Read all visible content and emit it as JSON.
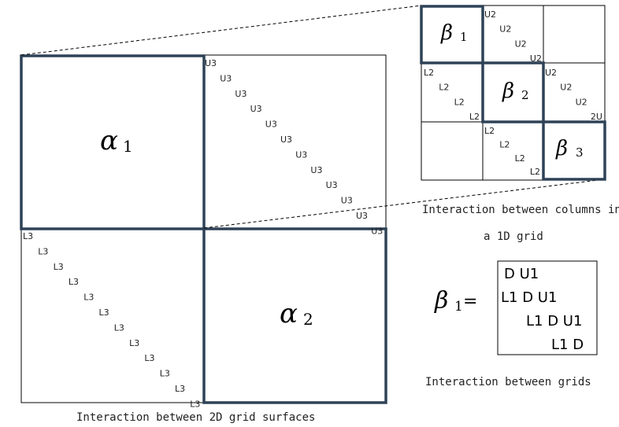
{
  "colors": {
    "heavy": "#2e4257",
    "thin": "#000000"
  },
  "big_matrix": {
    "alpha1": {
      "symbol": "α",
      "sub": "1"
    },
    "alpha2": {
      "symbol": "α",
      "sub": "2"
    },
    "upper_label": "U3",
    "lower_label": "L3",
    "upper_count": 12,
    "lower_count": 12
  },
  "small_matrix": {
    "beta1": {
      "symbol": "β",
      "sub": "1"
    },
    "beta2": {
      "symbol": "β",
      "sub": "2"
    },
    "beta3": {
      "symbol": "β",
      "sub": "3"
    },
    "block12": [
      "U2",
      "U2",
      "U2",
      "U2"
    ],
    "block23": [
      "U2",
      "U2",
      "U2",
      "2U"
    ],
    "block21": [
      "L2",
      "L2",
      "L2",
      "L2"
    ],
    "block32": [
      "L2",
      "L2",
      "L2",
      "L2"
    ]
  },
  "equation": {
    "lhs_symbol": "β",
    "lhs_sub": "1",
    "equals": "=",
    "rows": [
      "D U1",
      "L1 D U1",
      "L1 D U1",
      "L1 D"
    ]
  },
  "captions": {
    "columns_line1": "Interaction between columns in",
    "columns_line2": "a 1D grid",
    "grids": "Interaction between grids",
    "surfaces": "Interaction between 2D grid surfaces"
  }
}
